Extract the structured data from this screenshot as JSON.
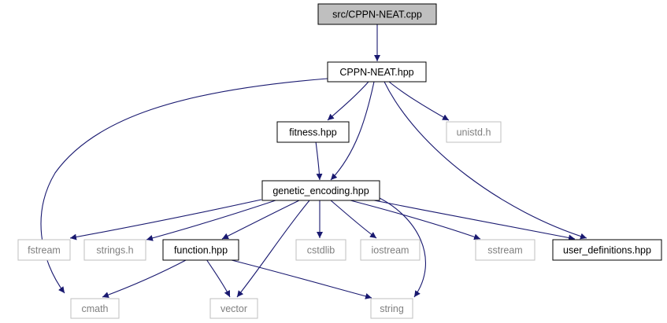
{
  "colors": {
    "edge": "#191970",
    "root_fill": "#bfbfbf",
    "node_border_local": "#000000",
    "node_border_system": "#bfbfbf",
    "text_local": "#000000",
    "text_system": "#7f7f7f",
    "background": "#ffffff"
  },
  "nodes": {
    "root": "src/CPPN-NEAT.cpp",
    "cppn_neat_hpp": "CPPN-NEAT.hpp",
    "fitness_hpp": "fitness.hpp",
    "unistd_h": "unistd.h",
    "genetic_encoding_hpp": "genetic_encoding.hpp",
    "fstream": "fstream",
    "strings_h": "strings.h",
    "function_hpp": "function.hpp",
    "cstdlib": "cstdlib",
    "iostream": "iostream",
    "sstream": "sstream",
    "user_definitions_hpp": "user_definitions.hpp",
    "cmath": "cmath",
    "vector": "vector",
    "string": "string"
  },
  "edges": [
    {
      "from": "root",
      "to": "cppn_neat_hpp"
    },
    {
      "from": "cppn_neat_hpp",
      "to": "fitness_hpp"
    },
    {
      "from": "cppn_neat_hpp",
      "to": "unistd_h"
    },
    {
      "from": "cppn_neat_hpp",
      "to": "genetic_encoding_hpp"
    },
    {
      "from": "cppn_neat_hpp",
      "to": "user_definitions_hpp"
    },
    {
      "from": "cppn_neat_hpp",
      "to": "cmath"
    },
    {
      "from": "fitness_hpp",
      "to": "genetic_encoding_hpp"
    },
    {
      "from": "genetic_encoding_hpp",
      "to": "fstream"
    },
    {
      "from": "genetic_encoding_hpp",
      "to": "strings_h"
    },
    {
      "from": "genetic_encoding_hpp",
      "to": "function_hpp"
    },
    {
      "from": "genetic_encoding_hpp",
      "to": "vector"
    },
    {
      "from": "genetic_encoding_hpp",
      "to": "cstdlib"
    },
    {
      "from": "genetic_encoding_hpp",
      "to": "iostream"
    },
    {
      "from": "genetic_encoding_hpp",
      "to": "sstream"
    },
    {
      "from": "genetic_encoding_hpp",
      "to": "user_definitions_hpp"
    },
    {
      "from": "genetic_encoding_hpp",
      "to": "string"
    },
    {
      "from": "function_hpp",
      "to": "cmath"
    },
    {
      "from": "function_hpp",
      "to": "vector"
    },
    {
      "from": "function_hpp",
      "to": "string"
    }
  ]
}
